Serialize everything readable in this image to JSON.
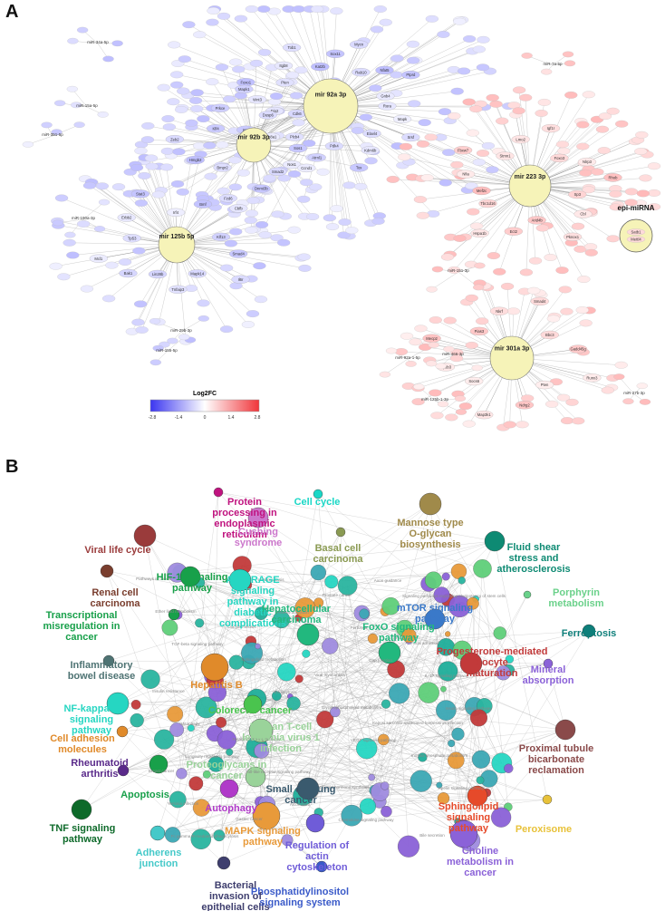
{
  "panel_a": {
    "label": "A",
    "legend_title": "Log2FC",
    "legend_ticks": [
      "-2.8",
      "-1.4",
      "0",
      "1.4",
      "2.8"
    ],
    "legend_colors": {
      "low": "#3a35f0",
      "mid": "#ffffff",
      "high": "#f0353a"
    },
    "epi_label": "epi-miRNA",
    "hubs": [
      {
        "name": "mir 92a 3p",
        "genes": [
          "Rora",
          "Mapk",
          "Srsf",
          "Elavl4",
          "Kdm6b",
          "Tox",
          "Pdk4",
          "Atrnl1",
          "Nos1",
          "Plcb4",
          "Slc8a1",
          "Irs2",
          "Dio2",
          "Wnt3",
          "Foxo1",
          "Pten",
          "Itgb8",
          "Tob1",
          "Kat2b",
          "Sox11",
          "Mycn",
          "Rab10",
          "Nfat5",
          "Ptprd",
          "Gnb4"
        ]
      },
      {
        "name": "mir 92b 3p",
        "genes": [
          "Smad2",
          "Dnmt3b",
          "Fzd6",
          "Bmpr2",
          "Hmgb2",
          "Zeb2",
          "Klf4",
          "Prkce",
          "Mapk1",
          "Dusp6",
          "Cdk6",
          "Hipk2",
          "Sos1",
          "Ccnd1"
        ]
      },
      {
        "name": "mir 125b 5p",
        "genes": [
          "Lin28b",
          "Bak1",
          "Mcl1",
          "Tp53",
          "Erbb2",
          "Stat3",
          "Irf4",
          "Bmf",
          "Cbfb",
          "Klf13",
          "Smad4",
          "Il6r",
          "Mapk14",
          "Tnfaip3"
        ]
      },
      {
        "name": "mir 223 3p",
        "genes": [
          "Mef2c",
          "Nfia",
          "Fbxw7",
          "Stmn1",
          "Lmo2",
          "Igf1r",
          "Foxo3",
          "Nlrp3",
          "Rhob",
          "Sp3",
          "Cbl",
          "Pknox1",
          "Arid4b",
          "Ect2",
          "Hspa1b",
          "Tbc1d16"
        ]
      },
      {
        "name": "mir 301a 3p",
        "genes": [
          "Pias3",
          "Nkrf",
          "Smad4",
          "Bbc3",
          "Gadd45g",
          "Runx3",
          "Pten",
          "Ndrg2",
          "Map3k1",
          "Socs6",
          "Cpeb3",
          "Mecp2"
        ]
      }
    ],
    "minor_mirs": [
      "miR-34a-5p",
      "miR-15a-5p",
      "miR-351-5p",
      "miR-190a-3p",
      "miR-29b-3p",
      "miR-155-5p",
      "miR-92a-1-5p",
      "miR-466-3p",
      "miR-151-3p",
      "miR-125b-1-3p",
      "miR-27b-3p",
      "miR-7a-5p"
    ],
    "epi_genes": [
      "Satb1",
      "Mettl4"
    ]
  },
  "panel_b": {
    "label": "B",
    "terms": [
      {
        "name": "Protein processing in endoplasmic reticulum",
        "lines": [
          "Protein",
          "processing in",
          "endoplasmic",
          "reticulum"
        ],
        "color": "#c0137f"
      },
      {
        "name": "Cell cycle",
        "lines": [
          "Cell cycle"
        ],
        "color": "#19d7c6"
      },
      {
        "name": "Cushing syndrome",
        "lines": [
          "Cushing",
          "syndrome"
        ],
        "color": "#cc77cc"
      },
      {
        "name": "Mannose type O-glycan biosynthesis",
        "lines": [
          "Mannose type",
          "O-glycan",
          "biosynthesis"
        ],
        "color": "#a08a4a"
      },
      {
        "name": "Viral life cycle",
        "lines": [
          "Viral life cycle"
        ],
        "color": "#9a3b3b"
      },
      {
        "name": "Basal cell carcinoma",
        "lines": [
          "Basal cell",
          "carcinoma"
        ],
        "color": "#8a9a52"
      },
      {
        "name": "Fluid shear stress and atherosclerosis",
        "lines": [
          "Fluid shear",
          "stress and",
          "atherosclerosis"
        ],
        "color": "#0e8a73"
      },
      {
        "name": "HIF-1 signaling pathway",
        "lines": [
          "HIF-1 signaling",
          "pathway"
        ],
        "color": "#18a04a"
      },
      {
        "name": "AGE-RAGE signaling pathway in diabetic complications",
        "lines": [
          "AGE-RAGE",
          "signaling",
          "pathway in",
          "diabetic",
          "complications"
        ],
        "color": "#26d6c2"
      },
      {
        "name": "Renal cell carcinoma",
        "lines": [
          "Renal cell",
          "carcinoma"
        ],
        "color": "#7a3e2e"
      },
      {
        "name": "Porphyrin metabolism",
        "lines": [
          "Porphyrin",
          "metabolism"
        ],
        "color": "#6ad18a"
      },
      {
        "name": "Transcriptional misregulation in cancer",
        "lines": [
          "Transcriptional",
          "misregulation in",
          "cancer"
        ],
        "color": "#18a04a"
      },
      {
        "name": "Ferroptosis",
        "lines": [
          "Ferroptosis"
        ],
        "color": "#0e7f7a"
      },
      {
        "name": "mTOR signaling pathway",
        "lines": [
          "mTOR signaling",
          "pathway"
        ],
        "color": "#3a79c9"
      },
      {
        "name": "Hepatocellular carcinoma",
        "lines": [
          "Hepatocellular",
          "carcinoma"
        ],
        "color": "#22b87e"
      },
      {
        "name": "FoxO signaling pathway",
        "lines": [
          "FoxO signaling",
          "pathway"
        ],
        "color": "#22b87e"
      },
      {
        "name": "Inflammatory bowel disease",
        "lines": [
          "Inflammatory",
          "bowel disease"
        ],
        "color": "#4e7373"
      },
      {
        "name": "Progesterone-mediated oocyte maturation",
        "lines": [
          "Progesterone-mediated",
          "oocyte",
          "maturation"
        ],
        "color": "#c23a3a"
      },
      {
        "name": "Mineral absorption",
        "lines": [
          "Mineral",
          "absorption"
        ],
        "color": "#8b62d8"
      },
      {
        "name": "Hepatitis B",
        "lines": [
          "Hepatitis B"
        ],
        "color": "#e08a2a"
      },
      {
        "name": "Colorectal cancer",
        "lines": [
          "Colorectal cancer"
        ],
        "color": "#4ac44e"
      },
      {
        "name": "NF-kappa B signaling pathway",
        "lines": [
          "NF-kappa B",
          "signaling",
          "pathway"
        ],
        "color": "#26d6c2"
      },
      {
        "name": "Human T-cell leukemia virus 1 infection",
        "lines": [
          "Human T-cell",
          "leukemia virus 1",
          "infection"
        ],
        "color": "#9ad39a"
      },
      {
        "name": "Cell adhesion molecules",
        "lines": [
          "Cell adhesion",
          "molecules"
        ],
        "color": "#e08a2a"
      },
      {
        "name": "Proteoglycans in cancer",
        "lines": [
          "Proteoglycans in",
          "cancer"
        ],
        "color": "#9ad39a"
      },
      {
        "name": "Proximal tubule bicarbonate reclamation",
        "lines": [
          "Proximal tubule",
          "bicarbonate",
          "reclamation"
        ],
        "color": "#8a4a4a"
      },
      {
        "name": "Rheumatoid arthritis",
        "lines": [
          "Rheumatoid",
          "arthritis"
        ],
        "color": "#5a2a8a"
      },
      {
        "name": "Apoptosis",
        "lines": [
          "Apoptosis"
        ],
        "color": "#18a04a"
      },
      {
        "name": "Autophagy",
        "lines": [
          "Autophagy"
        ],
        "color": "#b03ac9"
      },
      {
        "name": "Small cell lung cancer",
        "lines": [
          "Small cell lung",
          "cancer"
        ],
        "color": "#3a5a6e"
      },
      {
        "name": "Sphingolipid signaling pathway",
        "lines": [
          "Sphingolipid",
          "signaling",
          "pathway"
        ],
        "color": "#e64a2a"
      },
      {
        "name": "Peroxisome",
        "lines": [
          "Peroxisome"
        ],
        "color": "#e8c23a"
      },
      {
        "name": "TNF signaling pathway",
        "lines": [
          "TNF signaling",
          "pathway"
        ],
        "color": "#0e6a2a"
      },
      {
        "name": "Adherens junction",
        "lines": [
          "Adherens",
          "junction"
        ],
        "color": "#45c9c9"
      },
      {
        "name": "MAPK signaling pathway",
        "lines": [
          "MAPK signaling",
          "pathway"
        ],
        "color": "#e89a3a"
      },
      {
        "name": "Regulation of actin cytoskeleton",
        "lines": [
          "Regulation of",
          "actin",
          "cytoskeleton"
        ],
        "color": "#6f5cd8"
      },
      {
        "name": "Choline metabolism in cancer",
        "lines": [
          "Choline",
          "metabolism in",
          "cancer"
        ],
        "color": "#8b62d8"
      },
      {
        "name": "Bacterial invasion of epithelial cells",
        "lines": [
          "Bacterial",
          "invasion of",
          "epithelial cells"
        ],
        "color": "#3e3e6e"
      },
      {
        "name": "Phosphatidylinositol signaling system",
        "lines": [
          "Phosphatidylinositol",
          "signaling system"
        ],
        "color": "#3a5ac9"
      }
    ],
    "minor_terms": [
      "Pathways in cancer",
      "Oocyte meiosis",
      "Viral myocarditis",
      "Kaposi sarcoma-associated herpesvirus infection",
      "Breast cancer",
      "Gastric cancer",
      "Prostate cancer",
      "Focal adhesion",
      "Insulin resistance",
      "Relaxin signaling pathway",
      "Thyroid hormone synthesis",
      "Bile secretion",
      "Ether lipid metabolism",
      "Sphingolipid metabolism",
      "Glycerophospholipid metabolism",
      "Inositol phosphate metabolism",
      "Yersinia infection",
      "Leishmaniasis",
      "Pertussis",
      "IL-17 signaling pathway",
      "Mitophagy",
      "Toll-like receptor signaling pathway",
      "Chemokine signaling pathway",
      "Signaling pathways regulating pluripotency of stem cells",
      "TGF-beta signaling pathway",
      "Endocytosis",
      "VEGF signaling pathway",
      "Apelin signaling pathway",
      "Fc gamma R-mediated phagocytosis",
      "Platelet activation",
      "Gap junction",
      "Insulin signaling pathway",
      "Longevity regulating pathway",
      "Alcoholism",
      "Axon guidance"
    ]
  }
}
